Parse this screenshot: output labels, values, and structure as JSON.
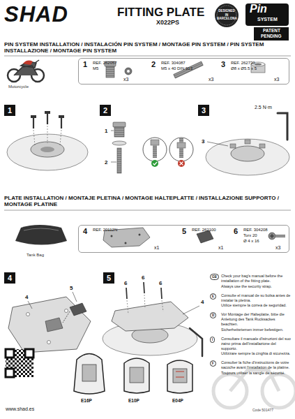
{
  "diagram": {
    "title": "FITTING PLATE",
    "nodes": [
      {
        "text": [
          "1",
          "REF. 262057",
          "M5",
          "x3",
          "2",
          "REF. 304087",
          "M5 x 40 DIN 913",
          "x3",
          "3",
          "REF. 262730",
          "Ø8 x Ø5.5 x 5",
          "x3"
        ]
      },
      {
        "text": [
          "4",
          "REF. 20112N",
          "x1",
          "5",
          "REF. 262100",
          "x1",
          "6",
          "REF. 304208",
          "Torx 20",
          "Ø 4 x 16",
          "x3"
        ]
      },
      {
        "text": [
          "1"
        ]
      },
      {
        "text": [
          "2"
        ]
      },
      {
        "text": [
          "3"
        ]
      },
      {
        "text": [
          "4"
        ]
      },
      {
        "text": [
          "5"
        ]
      }
    ],
    "labels": [
      "SHAD",
      "X022PS",
      "DESIGNED IN BARCELONA",
      "Pin",
      "SYSTEM",
      "PATENT",
      "PENDING",
      "PIN SYSTEM INSTALLATION / INSTALACIÓN PIN SYSTEM / MONTAGE PIN SYSTEM / PIN SYSTEM INSTALLAZIONE / MONTAGE PIN SYSTEM",
      "Motorcycle",
      "2.5 N·m",
      "1",
      "2",
      "3",
      "PLATE INSTALLATION / MONTAJE PLETINA / MONTAGE HALTEPLATTE / INSTALLAZIONE SUPPORTO / MONTAGE PLATINE",
      "Tank Bag",
      "5",
      "4",
      "6",
      "6",
      "6",
      "4",
      "GB",
      "Check your bag's manual before the installation of the fitting plate.",
      "Always use the security strap.",
      "E",
      "Consulte el manual de su bolsa antes de instalar la pletina.",
      "Utilice siempre la correa de seguridad.",
      "D",
      "Vor Montage der Halteplatte, bitte die Anleitung des Tank Rucksackes beachten.",
      "Sicherheitsriemen immer befestigen.",
      "I",
      "Consultare il manuale d'istruzioni del suo zaino prima dell'installazione del supporto.",
      "Utilizzare sempre la cinghia di sicurezza.",
      "F",
      "Consulter la fiche d'instructions de votre sacoche avant l'installation de la platine.",
      "Toujours utiliser la sangle de sécurité.",
      "www.shad.es",
      "E16P",
      "E10P",
      "E04P",
      "Code 501477"
    ]
  }
}
